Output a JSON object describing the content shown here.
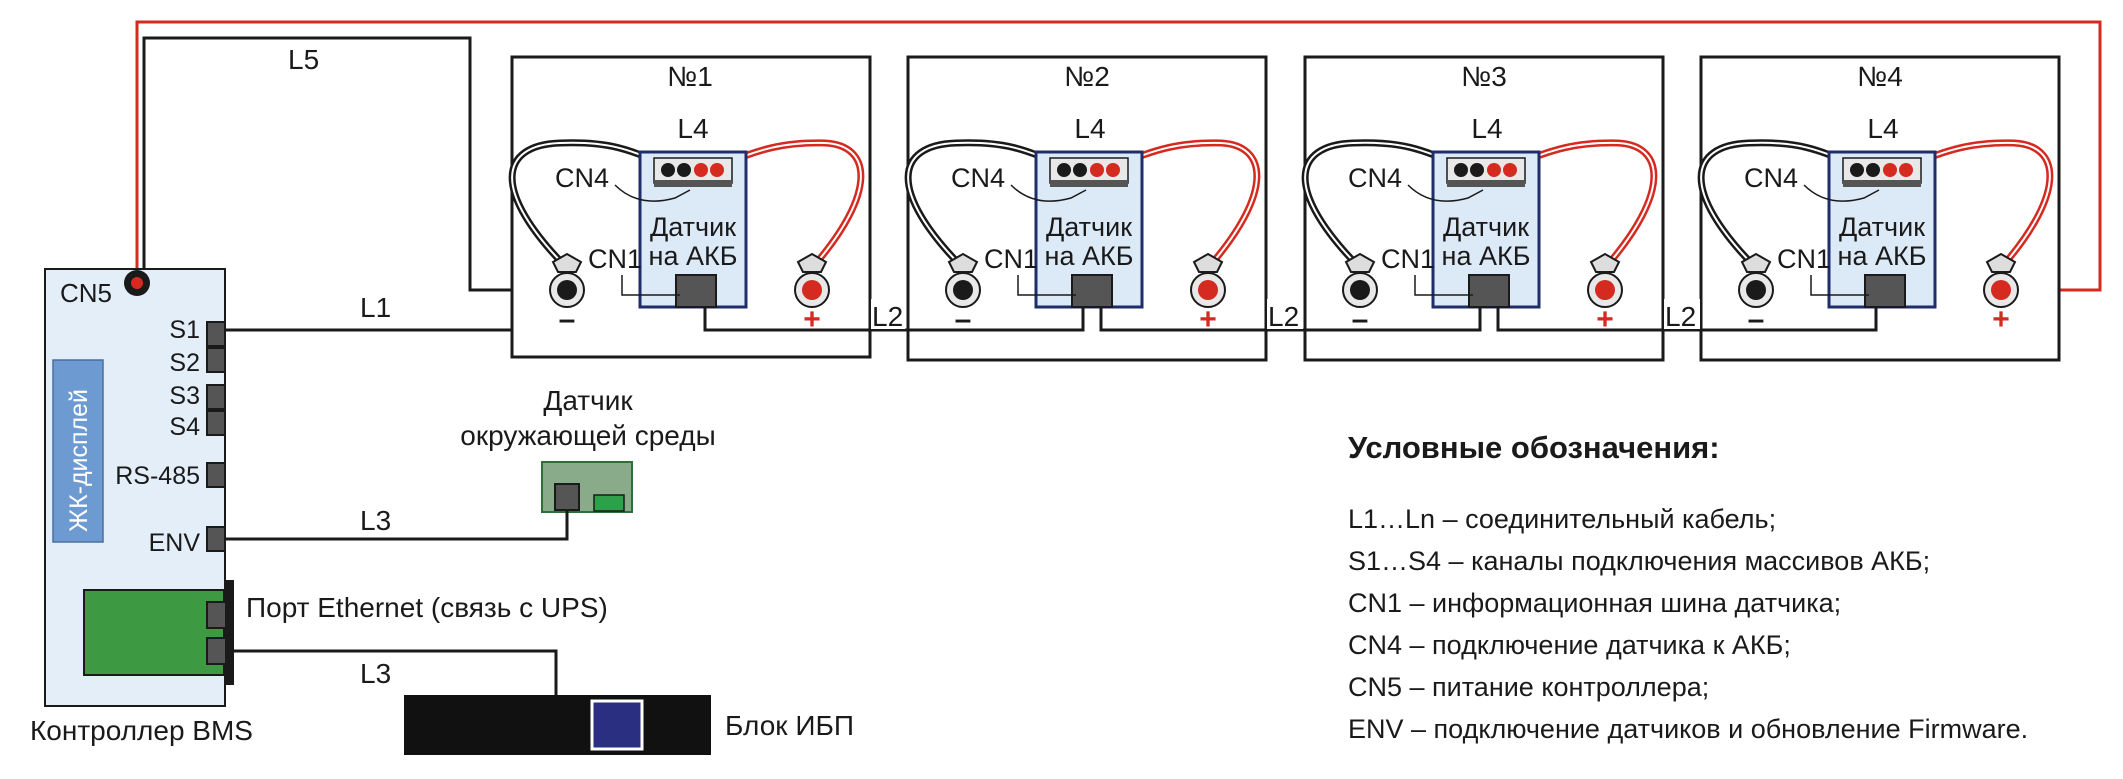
{
  "controller": {
    "name": "Контроллер BMS",
    "cn5": "CN5",
    "lcd": "ЖК-дисплей",
    "ports": [
      "S1",
      "S2",
      "S3",
      "S4",
      "RS-485",
      "ENV"
    ],
    "ethernet": "Порт Ethernet (связь с UPS)"
  },
  "cables": {
    "l1": "L1",
    "l2": "L2",
    "l3": "L3",
    "l4": "L4",
    "l5": "L5"
  },
  "batteries": [
    {
      "num": "№1",
      "l4": "L4",
      "cn4": "CN4",
      "cn1": "CN1",
      "sensor1": "Датчик",
      "sensor2": "на АКБ",
      "minus": "–",
      "plus": "+"
    },
    {
      "num": "№2",
      "l4": "L4",
      "cn4": "CN4",
      "cn1": "CN1",
      "sensor1": "Датчик",
      "sensor2": "на АКБ",
      "minus": "–",
      "plus": "+"
    },
    {
      "num": "№3",
      "l4": "L4",
      "cn4": "CN4",
      "cn1": "CN1",
      "sensor1": "Датчик",
      "sensor2": "на АКБ",
      "minus": "–",
      "plus": "+"
    },
    {
      "num": "№4",
      "l4": "L4",
      "cn4": "CN4",
      "cn1": "CN1",
      "sensor1": "Датчик",
      "sensor2": "на АКБ",
      "minus": "–",
      "plus": "+"
    }
  ],
  "env_sensor": {
    "line1": "Датчик",
    "line2": "окружающей среды"
  },
  "ups": "Блок ИБП",
  "legend": {
    "title": "Условные обозначения:",
    "items": [
      "L1…Ln – соединительный кабель;",
      "S1…S4 – каналы подключения массивов АКБ;",
      "CN1 – информационная шина датчика;",
      "CN4 – подключение датчика к АКБ;",
      "CN5 – питание контроллера;",
      "ENV – подключение датчиков и обновление Firmware."
    ]
  },
  "colors": {
    "wire_black": "#1a1a1a",
    "wire_red": "#d42a20",
    "controller_fill": "#e4eef8",
    "lcd_fill": "#6d9bd1",
    "board_green": "#3d9a43",
    "sensor_fill": "#dce9f6",
    "ups_fill": "#111111",
    "ups_panel": "#2a2f82"
  }
}
